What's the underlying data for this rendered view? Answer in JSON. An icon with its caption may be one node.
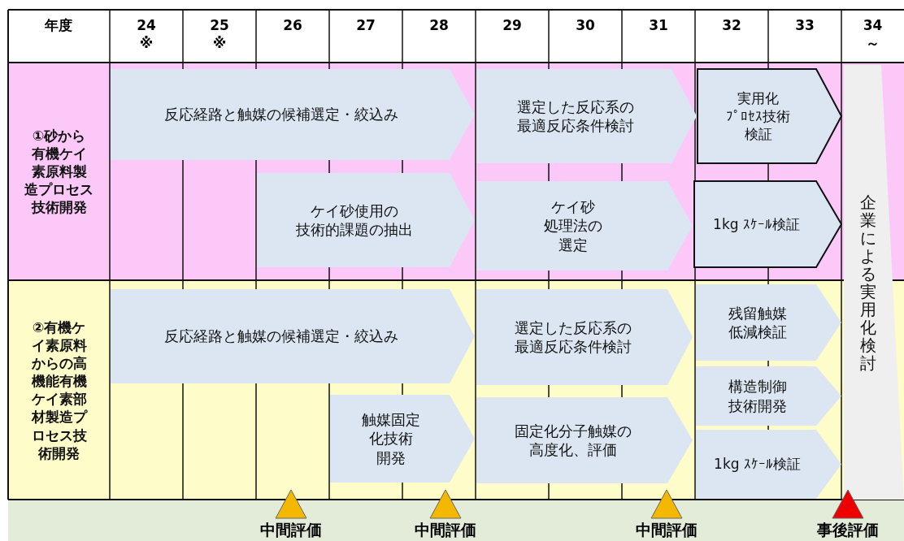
{
  "diagram": {
    "nodes": [
      {
        "text": [
          "①砂から有機ケイ素原料製造プロセス技術開発"
        ]
      },
      {
        "text": [
          "反応経路と触媒の候補選定・絞込み"
        ],
        "in": 0
      },
      {
        "text": [
          "ケイ砂使用の技術的課題の抽出"
        ],
        "in": 0
      },
      {
        "text": [
          "選定した反応系の最適反応条件検討"
        ],
        "in": 0
      },
      {
        "text": [
          "ケイ砂処理法の選定"
        ],
        "in": 0
      },
      {
        "text": [
          "実用化ﾌﾟﾛｾｽ技術検証"
        ],
        "in": 0
      },
      {
        "text": [
          "1kg ｽｹｰﾙ検証"
        ],
        "in": 0
      },
      {
        "text": [
          "②有機ケイ素原料からの高機能有機ケイ素部材製造プロセス技術開発"
        ]
      },
      {
        "text": [
          "反応経路と触媒の候補選定・絞込み"
        ],
        "in": 7
      },
      {
        "text": [
          "触媒固定化技術開発"
        ],
        "in": 7
      },
      {
        "text": [
          "選定した反応系の最適反応条件検討"
        ],
        "in": 7
      },
      {
        "text": [
          "固定化分子触媒の高度化、評価"
        ],
        "in": 7
      },
      {
        "text": [
          "残留触媒低減検証"
        ],
        "in": 7
      },
      {
        "text": [
          "構造制御技術開発"
        ],
        "in": 7
      },
      {
        "text": [
          "1kg ｽｹｰﾙ検証"
        ],
        "in": 7
      },
      {
        "text": [
          "企業による実用化検討"
        ]
      }
    ],
    "labels": [
      "年度",
      "24 ※",
      "25 ※",
      "26",
      "27",
      "28",
      "29",
      "30",
      "31",
      "32",
      "33",
      "34 ～",
      "中間評価",
      "中間評価",
      "中間評価",
      "事後評価"
    ]
  }
}
